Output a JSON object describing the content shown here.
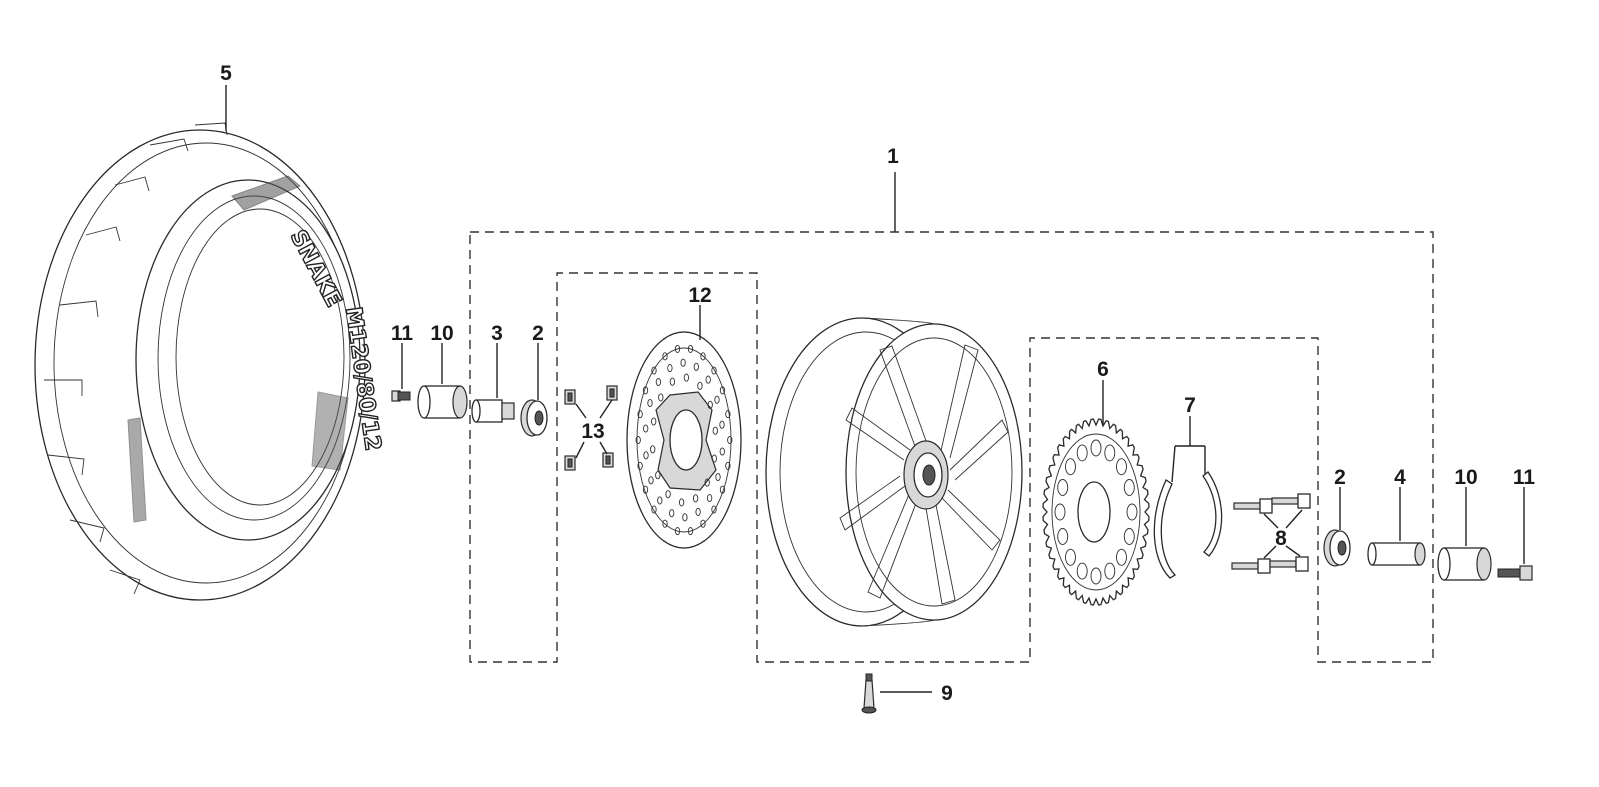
{
  "diagram": {
    "callouts": {
      "assembly": "1",
      "bearing_left": "2",
      "spacer_left": "3",
      "spacer_right": "4",
      "tyre": "5",
      "sprocket": "6",
      "clips": "7",
      "sprocket_bolts": "8",
      "valve": "9",
      "bush_left": "10",
      "bush_right": "10",
      "axle_bolt_left": "11",
      "axle_bolt_right": "11",
      "brake_disc": "12",
      "disc_bolts": "13",
      "bearing_right": "2"
    },
    "tyre_brand_text": "SNAKE",
    "tyre_size_text": "M120/80/12"
  }
}
